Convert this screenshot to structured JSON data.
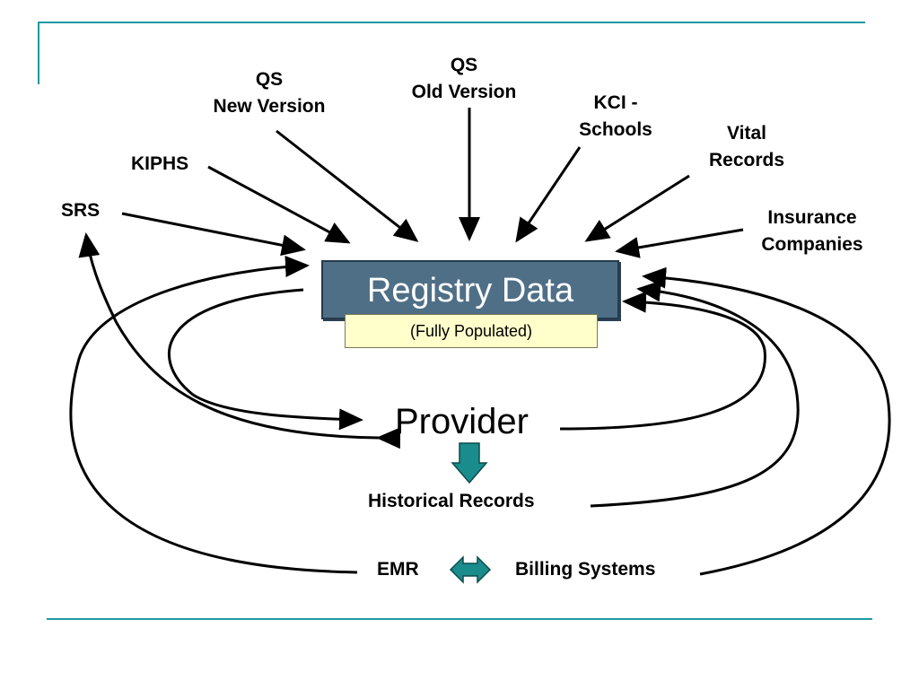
{
  "sources": {
    "qs_new": [
      "QS",
      "New Version"
    ],
    "qs_old": [
      "QS",
      "Old Version"
    ],
    "kci": [
      "KCI -",
      "Schools"
    ],
    "vital": [
      "Vital",
      "Records"
    ],
    "kiphs": "KIPHS",
    "srs": "SRS",
    "insurance": [
      "Insurance",
      "Companies"
    ]
  },
  "registry": {
    "title": "Registry Data",
    "subtitle": "(Fully Populated)"
  },
  "provider": "Provider",
  "historical_records": "Historical Records",
  "emr": "EMR",
  "billing": "Billing Systems",
  "colors": {
    "accent_line": "#1f9aa3",
    "registry_fill": "#4f6f87",
    "populated_fill": "#ffffcc",
    "teal_arrow": "#1a8c8c"
  }
}
